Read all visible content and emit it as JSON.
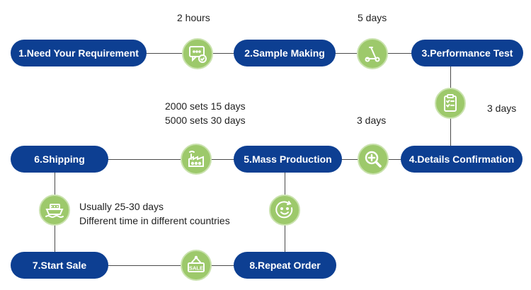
{
  "steps": [
    {
      "label": "1.Need Your Requirement"
    },
    {
      "label": "2.Sample Making"
    },
    {
      "label": "3.Performance Test"
    },
    {
      "label": "4.Details Confirmation"
    },
    {
      "label": "5.Mass Production"
    },
    {
      "label": "6.Shipping"
    },
    {
      "label": "7.Start Sale"
    },
    {
      "label": "8.Repeat Order"
    }
  ],
  "notes": {
    "requirement_to_sample": "2 hours",
    "sample_to_test": "5 days",
    "test_to_confirm": "3 days",
    "confirm_to_production": "3 days",
    "production_line1": "2000 sets 15 days",
    "production_line2": "5000 sets 30 days",
    "shipping_line1": "Usually 25-30 days",
    "shipping_line2": "Different time in different countries"
  },
  "icons": {
    "chat": "chat-check-icon",
    "scooter": "scooter-icon",
    "clipboard": "checklist-icon",
    "magnifier": "zoom-in-icon",
    "factory": "factory-icon",
    "smile": "smile-icon",
    "ship": "ship-icon",
    "sale": "sale-sign-icon"
  },
  "colors": {
    "pill": "#0d3f92",
    "icon_fill": "#9dc96b",
    "line": "#4a4a4a"
  }
}
